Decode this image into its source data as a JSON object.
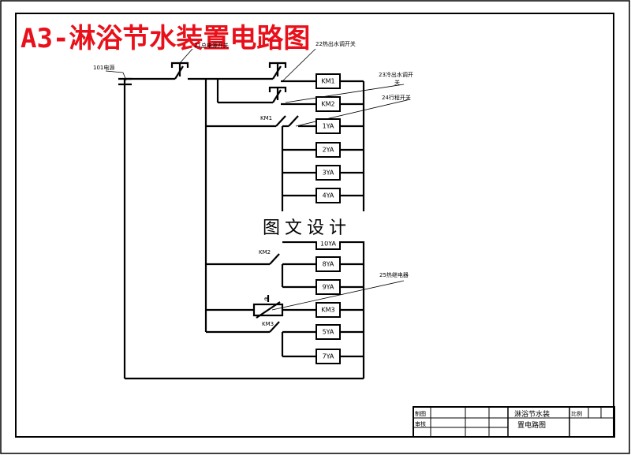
{
  "title": "A3-淋浴节水装置电路图",
  "labels": {
    "power": "101电源",
    "switch21": "21总电源开关",
    "switch22": "22热出水调开关",
    "switch23_line1": "23冷出水调开",
    "switch23_line2": "关",
    "switch24": "24行程开关",
    "relay25": "25热继电器",
    "km1_contact": "KM1",
    "km2_contact": "KM2",
    "km3_contact": "KM3",
    "thermal_e": "e"
  },
  "coils": [
    "KM1",
    "KM2",
    "1YA",
    "2YA",
    "3YA",
    "4YA",
    "10YA",
    "8YA",
    "9YA",
    "KM3",
    "5YA",
    "7YA"
  ],
  "watermark": "图文设计",
  "title_block": {
    "drawn": "制图",
    "checked": "审核",
    "drawing_name_line1": "淋浴节水装",
    "drawing_name_line2": "置电路图",
    "scale": "比例"
  }
}
